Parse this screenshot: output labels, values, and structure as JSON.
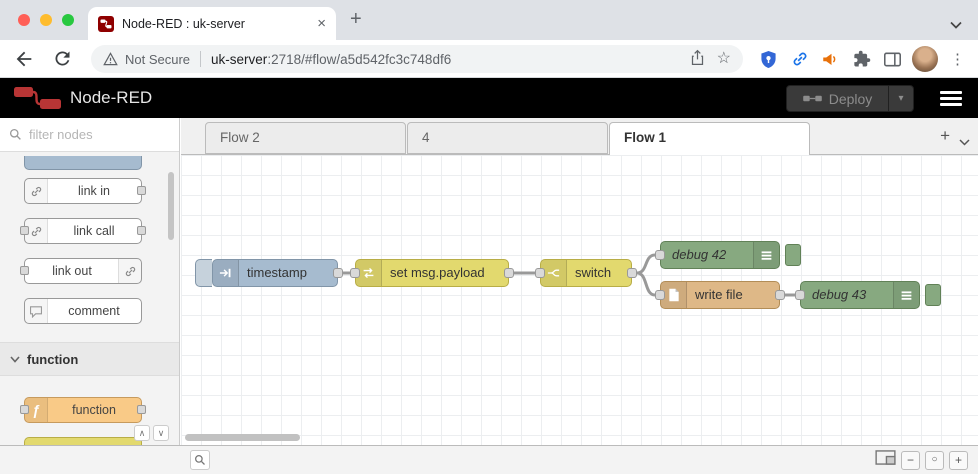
{
  "browser": {
    "tab_title": "Node-RED : uk-server",
    "security_label": "Not Secure",
    "url_host": "uk-server",
    "url_path": ":2718/#flow/a5d542fc3c748df6"
  },
  "app_header": {
    "title": "Node-RED",
    "deploy_label": "Deploy"
  },
  "palette": {
    "search_placeholder": "filter nodes",
    "common_items": [
      {
        "label": "link in"
      },
      {
        "label": "link call"
      },
      {
        "label": "link out"
      },
      {
        "label": "comment"
      }
    ],
    "function_section_label": "function",
    "function_items": [
      {
        "label": "function"
      }
    ]
  },
  "workspace": {
    "tabs": [
      {
        "label": "Flow 2"
      },
      {
        "label": "4"
      },
      {
        "label": "Flow 1",
        "active": true
      }
    ]
  },
  "flow": {
    "inject_label": "timestamp",
    "change_label": "set msg.payload",
    "switch_label": "switch",
    "debug1_label": "debug 42",
    "file_label": "write file",
    "debug2_label": "debug 43"
  },
  "icons": {
    "close_tab": "×",
    "new_tab": "+",
    "menu_dots": "⋮",
    "star": "☆",
    "deploy_caret": "▾",
    "workspace_add": "+",
    "palette_collapse": "∧",
    "palette_expand": "∨",
    "zoom_out": "−",
    "zoom_reset": "○",
    "zoom_in": "+",
    "function_glyph": "ƒ"
  },
  "colors": {
    "header_bg": "#000000",
    "brand_red": "#b83535",
    "inject_node": "#a6bbcf",
    "change_node": "#e2d96e",
    "switch_node": "#e2d96e",
    "debug_node": "#87a980",
    "file_node": "#deb887",
    "function_node": "#f9ca87",
    "wire": "#999999"
  }
}
